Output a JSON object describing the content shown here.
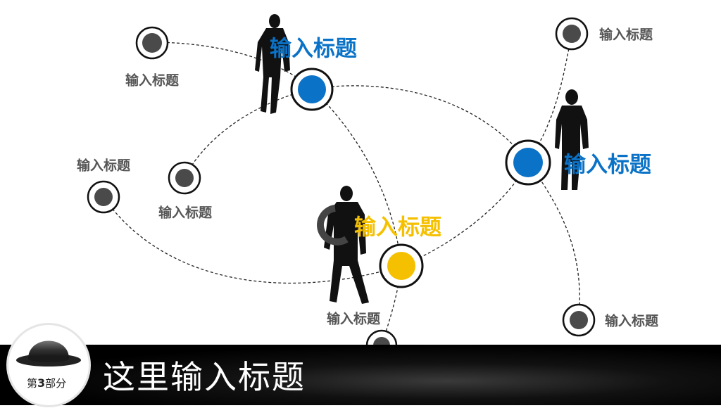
{
  "labels": {
    "top_left_small": "输入标题",
    "top_big": "输入标题",
    "top_right_small": "输入标题",
    "left_small": "输入标题",
    "inner_left_small": "输入标题",
    "right_big": "输入标题",
    "center_big": "输入标题",
    "bottom_center_small": "输入标题",
    "bottom_right_small": "输入标题"
  },
  "colors": {
    "blue": "#0a72c7",
    "yellow": "#f5c000",
    "gray_dot": "#4a4a4a",
    "text_gray": "#555555"
  },
  "footer": {
    "title": "这里输入标题",
    "badge_prefix": "第",
    "badge_number": "3",
    "badge_suffix": "部分"
  }
}
